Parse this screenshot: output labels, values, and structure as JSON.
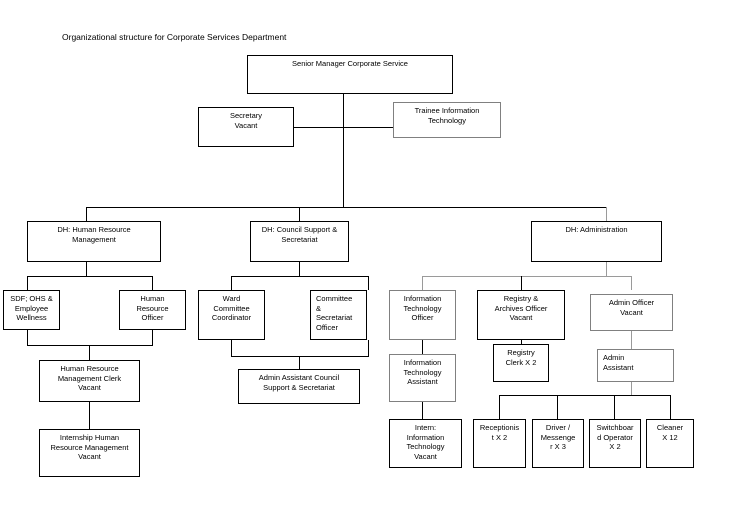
{
  "document": {
    "title": "Organizational structure for Corporate Services Department"
  },
  "chart_data": {
    "type": "diagram",
    "diagram_type": "organizational-chart",
    "title": "Organizational structure for Corporate Services Department",
    "nodes": [
      {
        "id": "n1",
        "label": "Senior Manager Corporate Service",
        "level": 0
      },
      {
        "id": "n2",
        "label": "Secretary\nVacant",
        "level": 1
      },
      {
        "id": "n3",
        "label": "Trainee Information\nTechnology",
        "level": 1
      },
      {
        "id": "n4",
        "label": "DH:  Human Resource\nManagement",
        "level": 2
      },
      {
        "id": "n5",
        "label": "DH: Council Support &\nSecretariat",
        "level": 2
      },
      {
        "id": "n6",
        "label": "DH:  Administration",
        "level": 2
      },
      {
        "id": "n7",
        "label": "SDF; OHS &\nEmployee\nWellness",
        "level": 3
      },
      {
        "id": "n8",
        "label": "Human\nResource\nOfficer",
        "level": 3
      },
      {
        "id": "n9",
        "label": "Human Resource\nManagement Clerk\nVacant",
        "level": 4
      },
      {
        "id": "n10",
        "label": "Internship Human\nResource Management\nVacant",
        "level": 5
      },
      {
        "id": "n11",
        "label": "Ward\nCommittee\nCoordinator",
        "level": 3
      },
      {
        "id": "n12",
        "label": "Committee\n&\nSecretariat\nOfficer",
        "level": 3
      },
      {
        "id": "n13",
        "label": "Admin Assistant Council\nSupport & Secretariat",
        "level": 4
      },
      {
        "id": "n14",
        "label": "Information\nTechnology\nOfficer",
        "level": 3
      },
      {
        "id": "n15",
        "label": "Registry &\nArchives Officer\nVacant",
        "level": 3
      },
      {
        "id": "n16",
        "label": "Admin Officer\nVacant",
        "level": 3
      },
      {
        "id": "n17",
        "label": "Information\nTechnology\nAssistant",
        "level": 4
      },
      {
        "id": "n18",
        "label": "Registry\nClerk X 2",
        "level": 4
      },
      {
        "id": "n19",
        "label": "Admin\nAssistant",
        "level": 4
      },
      {
        "id": "n20",
        "label": "Intern:\nInformation\nTechnology\nVacant",
        "level": 5
      },
      {
        "id": "n21",
        "label": "Receptionis\nt  X 2",
        "level": 5
      },
      {
        "id": "n22",
        "label": "Driver /\nMessenge\nr X 3",
        "level": 5
      },
      {
        "id": "n23",
        "label": "Switchboar\nd Operator\nX 2",
        "level": 5
      },
      {
        "id": "n24",
        "label": "Cleaner\nX 12",
        "level": 5
      }
    ],
    "edges": [
      {
        "from": "n1",
        "to": "n2"
      },
      {
        "from": "n1",
        "to": "n3"
      },
      {
        "from": "n1",
        "to": "n4"
      },
      {
        "from": "n1",
        "to": "n5"
      },
      {
        "from": "n1",
        "to": "n6"
      },
      {
        "from": "n4",
        "to": "n7"
      },
      {
        "from": "n4",
        "to": "n8"
      },
      {
        "from": "n7",
        "to": "n9"
      },
      {
        "from": "n8",
        "to": "n9"
      },
      {
        "from": "n9",
        "to": "n10"
      },
      {
        "from": "n5",
        "to": "n11"
      },
      {
        "from": "n5",
        "to": "n12"
      },
      {
        "from": "n11",
        "to": "n13"
      },
      {
        "from": "n12",
        "to": "n13"
      },
      {
        "from": "n6",
        "to": "n14"
      },
      {
        "from": "n6",
        "to": "n15"
      },
      {
        "from": "n6",
        "to": "n16"
      },
      {
        "from": "n14",
        "to": "n17"
      },
      {
        "from": "n15",
        "to": "n18"
      },
      {
        "from": "n16",
        "to": "n19"
      },
      {
        "from": "n17",
        "to": "n20"
      },
      {
        "from": "n19",
        "to": "n21"
      },
      {
        "from": "n19",
        "to": "n22"
      },
      {
        "from": "n19",
        "to": "n23"
      },
      {
        "from": "n19",
        "to": "n24"
      }
    ],
    "colors": {
      "box_border": "#000000",
      "gray_border": "#808080",
      "background": "#ffffff",
      "text": "#000000"
    }
  }
}
